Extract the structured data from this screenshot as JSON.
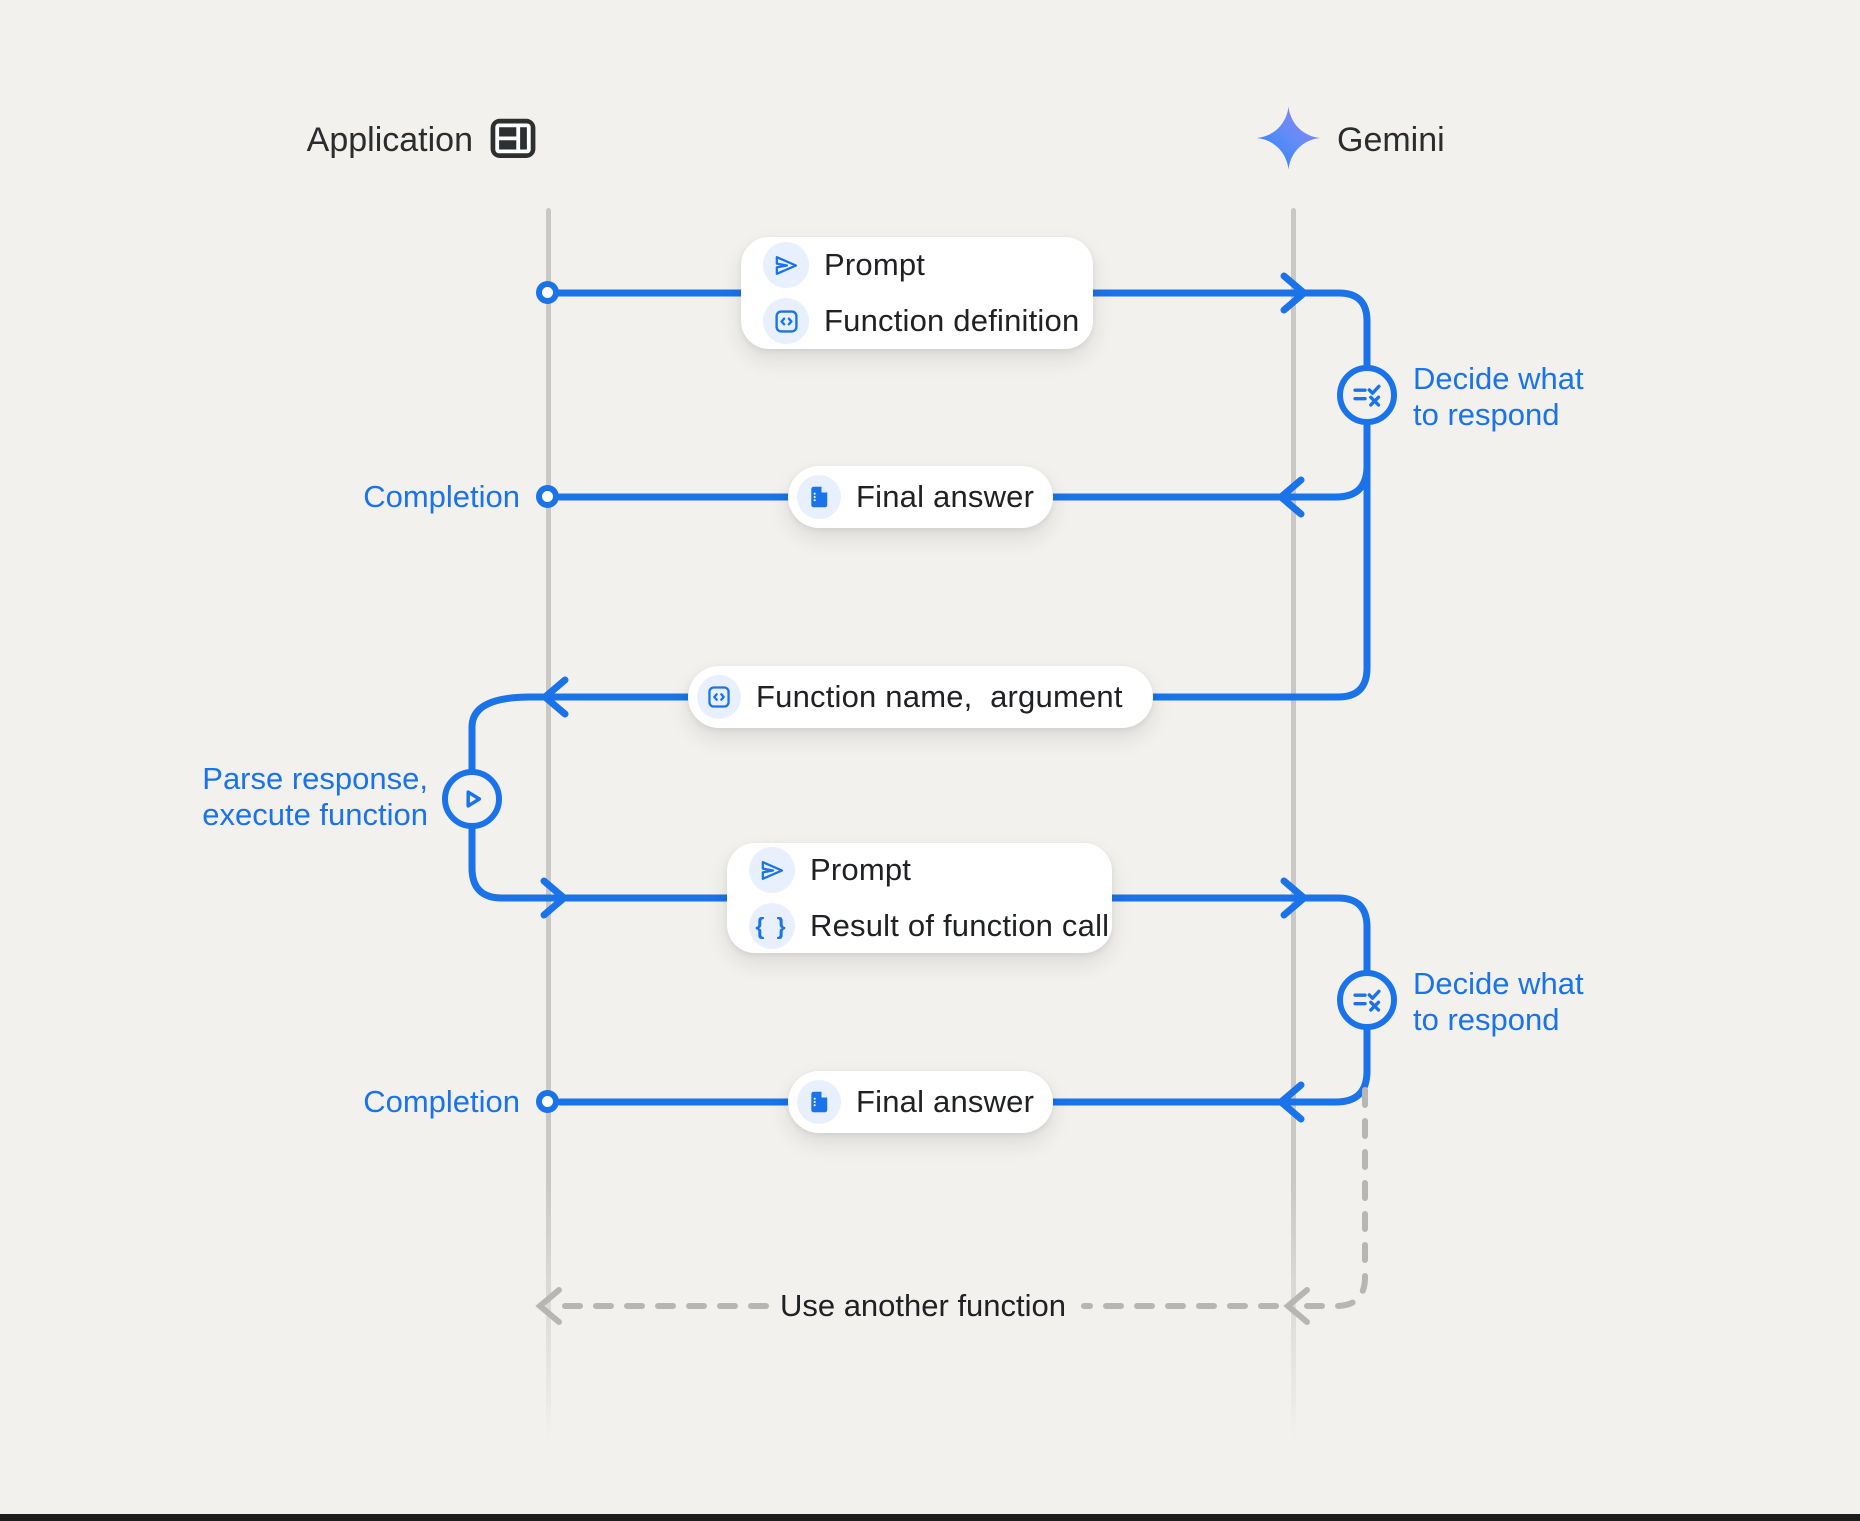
{
  "header": {
    "application_label": "Application",
    "application_icon": "app-window-icon",
    "gemini_label": "Gemini",
    "gemini_icon": "gemini-sparkle-icon"
  },
  "flow": {
    "msg1": {
      "row1_icon": "send-icon",
      "row1": "Prompt",
      "row2_icon": "code-box-icon",
      "row2": "Function definition"
    },
    "decide1": {
      "icon": "rule-icon",
      "line1": "Decide what",
      "line2": "to respond"
    },
    "completion1": "Completion",
    "msg2": {
      "icon": "document-icon",
      "label": "Final answer"
    },
    "msg3": {
      "icon": "code-box-icon",
      "label": "Function name,  argument"
    },
    "parse": {
      "icon": "play-icon",
      "line1": "Parse response,",
      "line2": "execute function"
    },
    "msg4": {
      "row1_icon": "send-icon",
      "row1": "Prompt",
      "row2_icon": "braces-icon",
      "row2": "Result of function call"
    },
    "decide2": {
      "icon": "rule-icon",
      "line1": "Decide what",
      "line2": "to respond"
    },
    "completion2": "Completion",
    "msg5": {
      "icon": "document-icon",
      "label": "Final answer"
    },
    "loop": "Use another function"
  },
  "glyphs": {
    "braces": "{ }"
  },
  "colors": {
    "flow_blue": "#1a73e8",
    "icon_chip_bg": "#e8f0fe",
    "card_bg": "#ffffff",
    "background": "#f2f1ee",
    "lifeline_gray": "#c9c8c5",
    "dashed_gray": "#b7b6b3",
    "text_dark": "#202124",
    "gemini_gradient_start": "#2a7cf7",
    "gemini_gradient_end": "#9f7cf0"
  }
}
